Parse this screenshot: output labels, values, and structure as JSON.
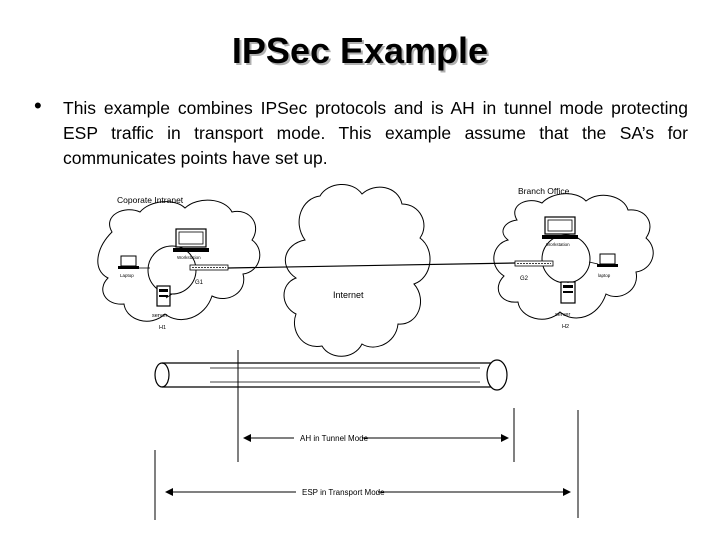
{
  "slide": {
    "title": "IPSec Example",
    "bullet": "This example combines IPSec protocols and is AH in tunnel mode protecting ESP traffic in transport mode. This example assume that the SA’s for communicates points have set up."
  },
  "diagram": {
    "left_cloud": {
      "title": "Coporate Intranet",
      "laptop": "Laptop",
      "workstation": "Workstation",
      "gateway": "G1",
      "server": "server",
      "server_id": "H1"
    },
    "right_cloud": {
      "title": "Branch Office",
      "laptop": "laptop",
      "workstation": "Workstation",
      "gateway": "G2",
      "server": "server",
      "server_id": "H2"
    },
    "internet_label": "Internet",
    "ah_label": "AH in Tunnel Mode",
    "esp_label": "ESP in Transport Mode"
  }
}
